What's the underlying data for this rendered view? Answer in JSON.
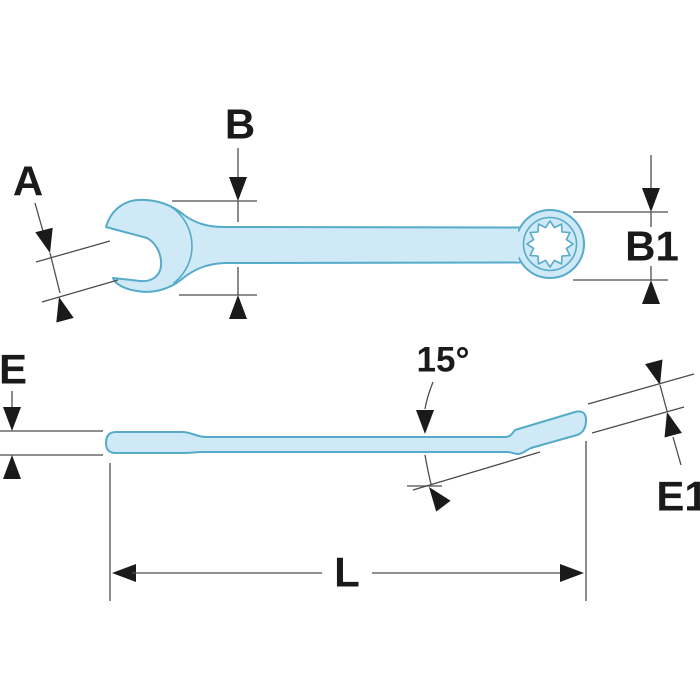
{
  "diagram": {
    "type": "technical dimension drawing",
    "subject": "combination wrench (open end + 12-point ring end), top view and side profile view",
    "colors": {
      "background": "#ffffff",
      "wrench_fill": "#cfe9f7",
      "wrench_outline": "#55abc9",
      "dimension_line": "#4d4d4d",
      "arrow_and_text": "#1a1a1a"
    },
    "labels": {
      "jaw_opening": "A",
      "open_head_width": "B",
      "ring_head_width": "B1",
      "open_head_thickness": "E",
      "ring_head_thickness": "E1",
      "overall_length": "L",
      "ring_head_angle": "15°"
    }
  }
}
